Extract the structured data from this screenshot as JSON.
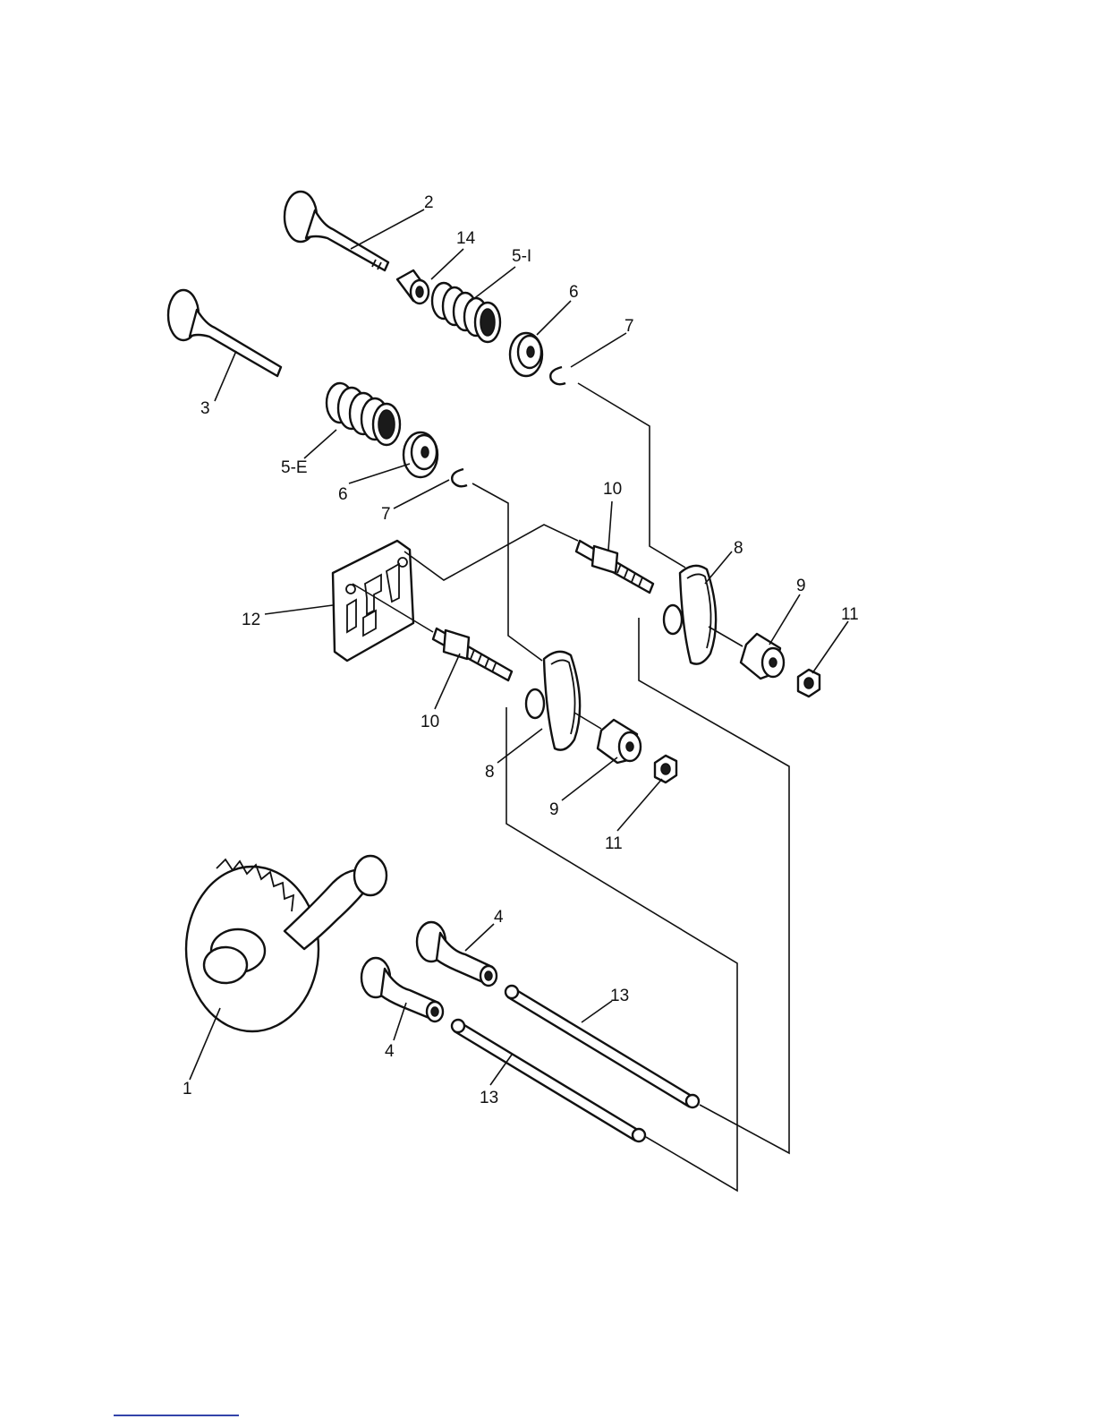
{
  "diagram": {
    "callouts": [
      {
        "id": "c2",
        "text": "2"
      },
      {
        "id": "c14",
        "text": "14"
      },
      {
        "id": "c5i",
        "text": "5-I"
      },
      {
        "id": "c6a",
        "text": "6"
      },
      {
        "id": "c7a",
        "text": "7"
      },
      {
        "id": "c3",
        "text": "3"
      },
      {
        "id": "c5e",
        "text": "5-E"
      },
      {
        "id": "c6b",
        "text": "6"
      },
      {
        "id": "c7b",
        "text": "7"
      },
      {
        "id": "c10a",
        "text": "10"
      },
      {
        "id": "c8a",
        "text": "8"
      },
      {
        "id": "c9a",
        "text": "9"
      },
      {
        "id": "c11a",
        "text": "11"
      },
      {
        "id": "c12",
        "text": "12"
      },
      {
        "id": "c10b",
        "text": "10"
      },
      {
        "id": "c8b",
        "text": "8"
      },
      {
        "id": "c9b",
        "text": "9"
      },
      {
        "id": "c11b",
        "text": "11"
      },
      {
        "id": "c4a",
        "text": "4"
      },
      {
        "id": "c4b",
        "text": "4"
      },
      {
        "id": "c13a",
        "text": "13"
      },
      {
        "id": "c13b",
        "text": "13"
      },
      {
        "id": "c1",
        "text": "1"
      }
    ]
  }
}
